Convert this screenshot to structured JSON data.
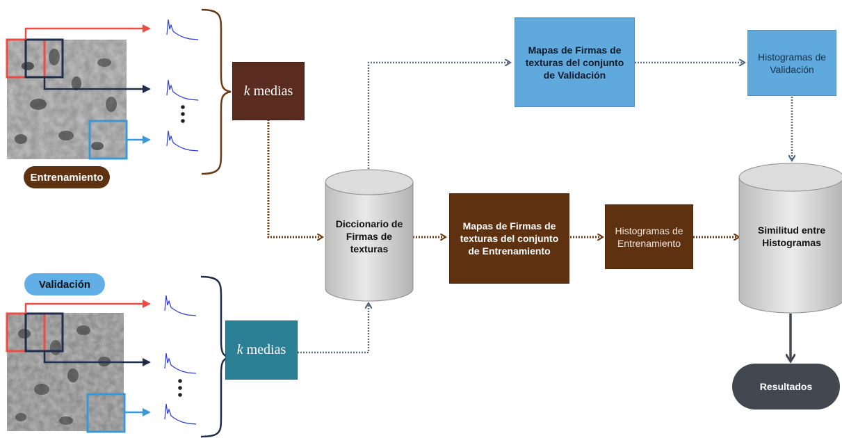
{
  "training": {
    "label": "Entrenamiento",
    "kmeans_label": "medias",
    "kmeans_var": "k"
  },
  "validation": {
    "label": "Validación",
    "kmeans_label": "medias",
    "kmeans_var": "k"
  },
  "dictionary": {
    "label_lines": [
      "Diccionario de",
      "Firmas de",
      "texturas"
    ]
  },
  "maps_training": {
    "label_lines": [
      "Mapas de Firmas de",
      "texturas del conjunto",
      "de Entrenamiento"
    ]
  },
  "maps_validation": {
    "label_lines": [
      "Mapas de Firmas de",
      "texturas del conjunto",
      "de Validación"
    ]
  },
  "hist_training": {
    "label_lines": [
      "Histogramas de",
      "Entrenamiento"
    ]
  },
  "hist_validation": {
    "label_lines": [
      "Histogramas de",
      "Validación"
    ]
  },
  "similarity": {
    "label_lines": [
      "Similitud entre",
      "Histogramas"
    ]
  },
  "results": {
    "label": "Resultados"
  },
  "colors": {
    "brown": "#5e3210",
    "teal": "#2b8096",
    "blue_box": "#5fa9dd",
    "red": "#ef4b45",
    "navy": "#1f2d4a",
    "light_blue": "#3a98d8",
    "dark_gray": "#434850",
    "dotted_blue": "#5a6f86",
    "dotted_brown": "#6b3a12",
    "signature": "#2a37d8"
  }
}
